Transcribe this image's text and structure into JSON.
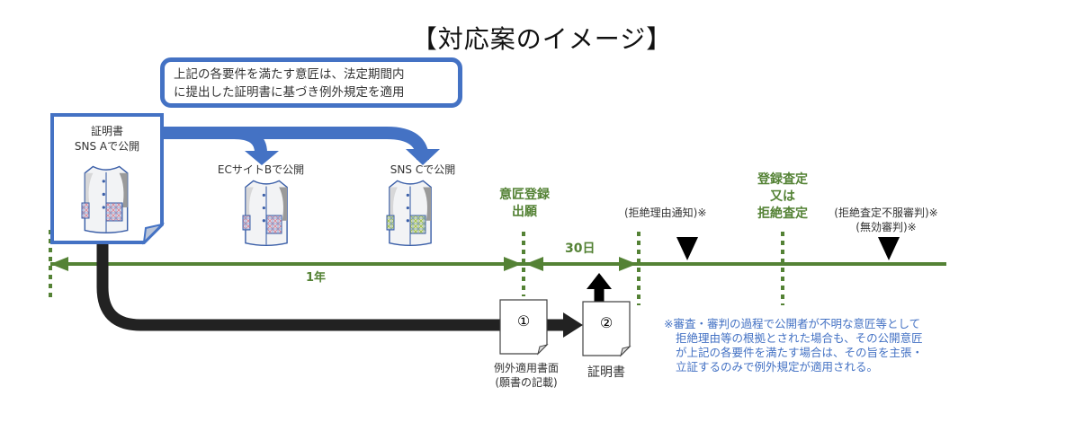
{
  "title": "【対応案のイメージ】",
  "callout": {
    "line1": "上記の各要件を満たす意匠は、法定期間内",
    "line2": "に提出した証明書に基づき例外規定を適用"
  },
  "publications": [
    {
      "line1": "証明書",
      "line2": "SNS Aで公開",
      "icon": "vest-illustration"
    },
    {
      "label": "ECサイトBで公開",
      "icon": "vest-illustration"
    },
    {
      "label": "SNS Cで公開",
      "icon": "vest-illustration"
    }
  ],
  "timeline": {
    "one_year_label": "1年",
    "thirty_days_label": "30日",
    "filing_label_line1": "意匠登録",
    "filing_label_line2": "出願",
    "rejection_notice": "(拒絶理由通知)※",
    "decision_line1": "登録査定",
    "decision_line2": "又は",
    "decision_line3": "拒絶査定",
    "appeal_line1": "(拒絶査定不服審判)※",
    "appeal_line2": "(無効審判)※"
  },
  "documents": [
    {
      "number": "①",
      "caption_line1": "例外適用書面",
      "caption_line2": "(願書の記載)"
    },
    {
      "number": "②",
      "caption_line1": "証明書"
    }
  ],
  "footnote": {
    "line1": "※審査・審判の過程で公開者が不明な意匠等として",
    "line2": "拒絶理由等の根拠とされた場合も、その公開意匠",
    "line3": "が上記の各要件を満たす場合は、その旨を主張・",
    "line4": "立証するのみで例外規定が適用される。"
  },
  "colors": {
    "blue": "#4472C4",
    "green": "#548235",
    "black": "#222222"
  }
}
